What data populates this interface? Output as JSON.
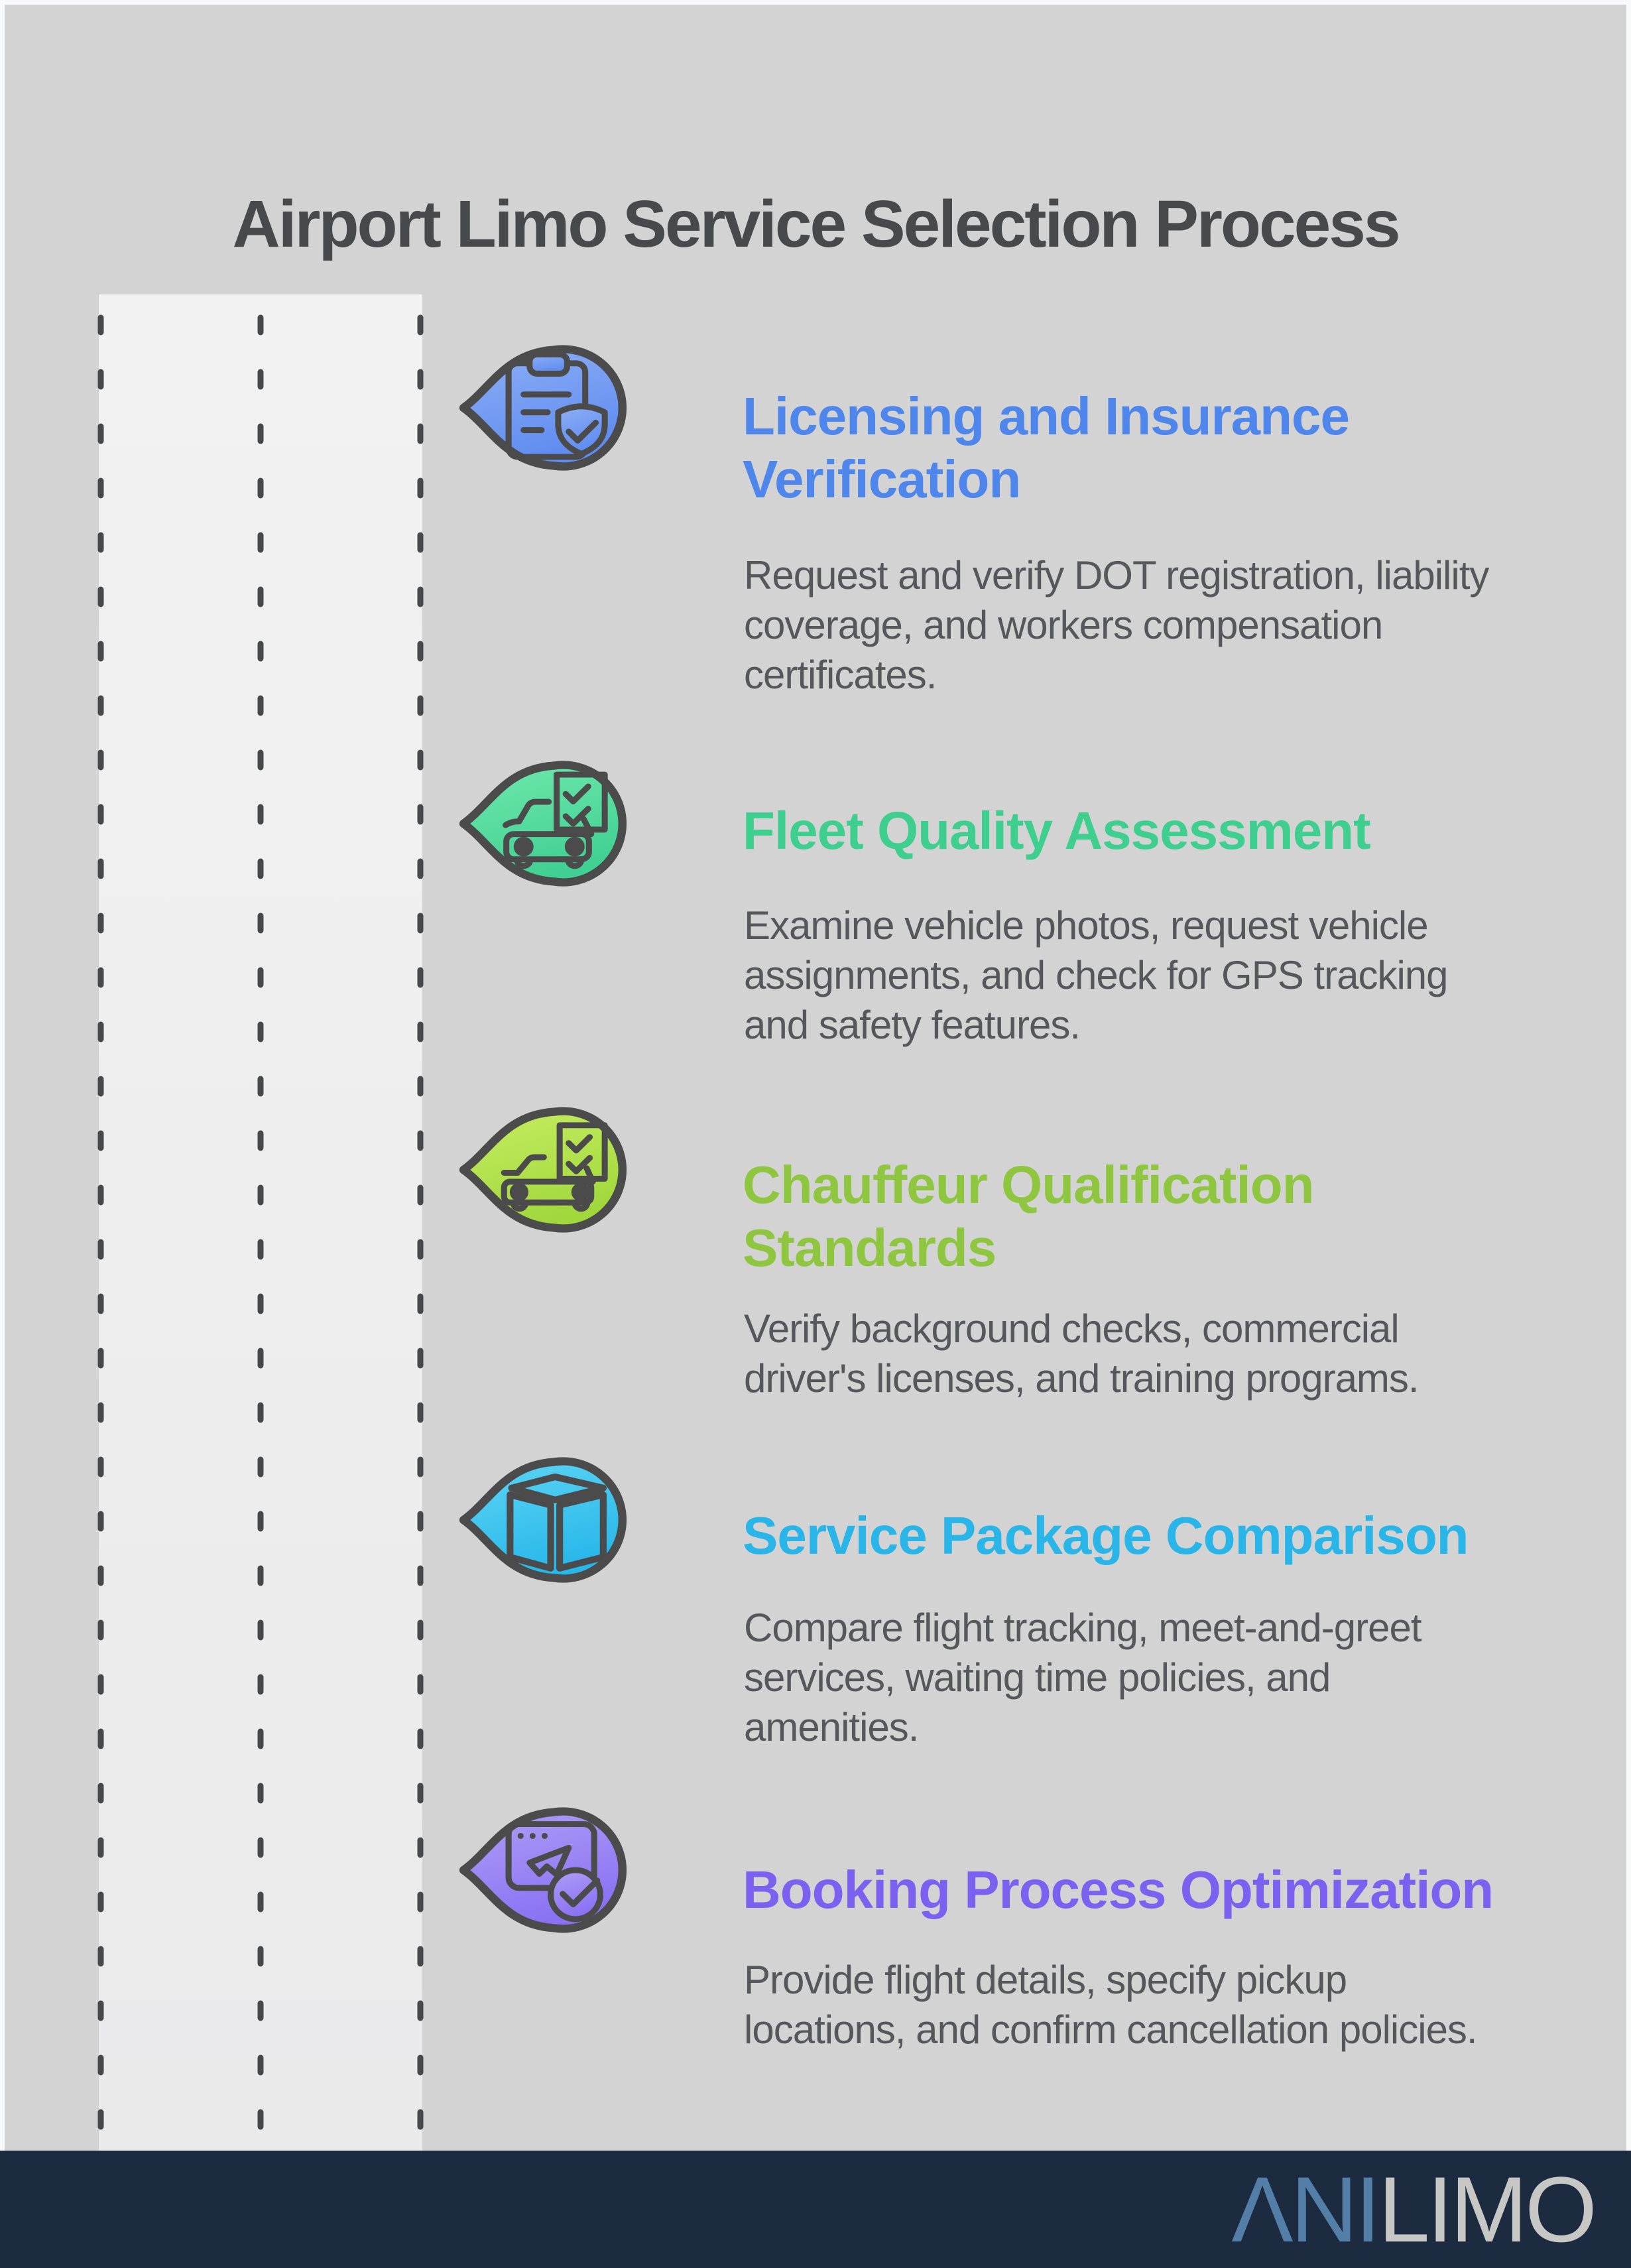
{
  "page": {
    "title": "Airport Limo Service Selection Process",
    "background_color": "#d3d3d4",
    "frame_color": "#f8f9fa"
  },
  "steps": [
    {
      "title": "Licensing and Insurance\nVerification",
      "description": "Request and verify DOT registration, liability\ncoverage, and workers compensation\ncertificates.",
      "accent_color": "#4e86ec",
      "icon": "clipboard-shield-check-icon"
    },
    {
      "title": "Fleet Quality Assessment",
      "description": "Examine vehicle photos, request vehicle\nassignments, and check for GPS tracking\nand safety features.",
      "accent_color": "#3ecf8e",
      "icon": "vehicle-checklist-icon"
    },
    {
      "title": "Chauffeur Qualification\nStandards",
      "description": "Verify background checks, commercial\ndriver's licenses, and training programs.",
      "accent_color": "#8ec63f",
      "icon": "limo-checklist-icon"
    },
    {
      "title": "Service Package Comparison",
      "description": "Compare flight tracking, meet-and-greet\nservices, waiting time policies, and\namenities.",
      "accent_color": "#29b5e8",
      "icon": "package-cube-icon"
    },
    {
      "title": "Booking Process Optimization",
      "description": "Provide flight details, specify pickup\nlocations, and confirm cancellation policies.",
      "accent_color": "#7b61f0",
      "icon": "booking-confirmation-icon"
    }
  ],
  "footer": {
    "logo_accent": "ΛNI",
    "logo_rest": "LIMO",
    "logo_accent_color": "#527ea8",
    "logo_rest_color": "#c7c7c5",
    "background_color": "#1c2b40"
  }
}
